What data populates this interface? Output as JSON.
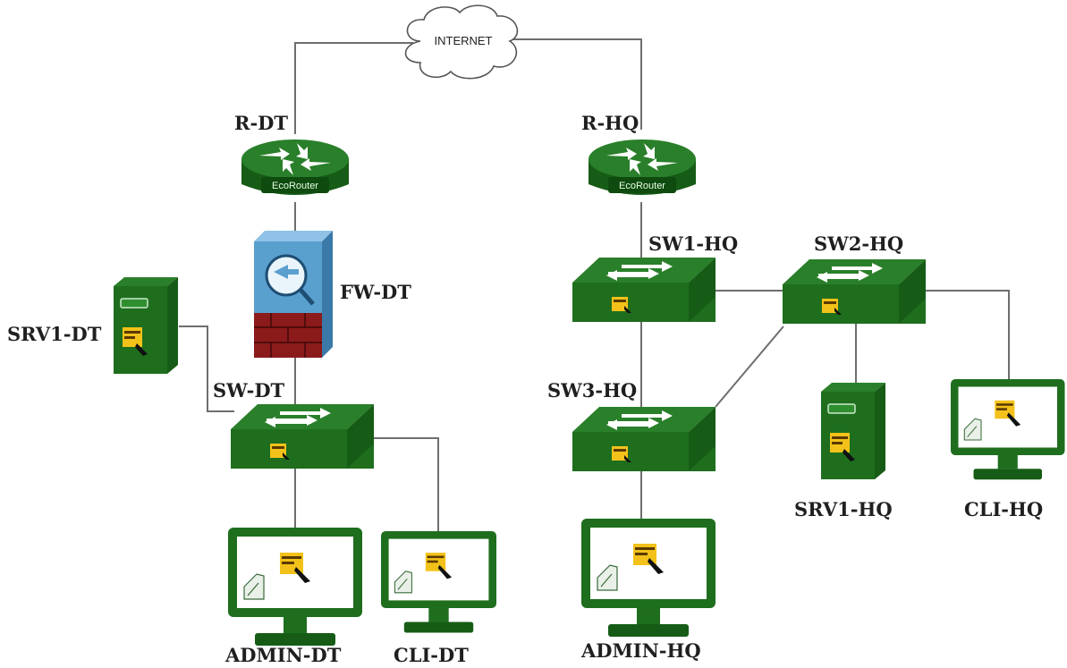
{
  "diagram": {
    "colors": {
      "device": "#1e6e1e",
      "device_dark": "#165c16",
      "line": "#6e6e6e",
      "badge": "#f3c21a",
      "firewall_brick": "#8b1a1a",
      "firewall_glass": "#5aa0cf"
    },
    "cloud": {
      "label": "INTERNET"
    },
    "routers": [
      {
        "id": "r-dt",
        "label": "R-DT",
        "brand": "EcoRouter"
      },
      {
        "id": "r-hq",
        "label": "R-HQ",
        "brand": "EcoRouter"
      }
    ],
    "firewall": {
      "label": "FW-DT"
    },
    "switches": [
      {
        "id": "sw-dt",
        "label": "SW-DT"
      },
      {
        "id": "sw1-hq",
        "label": "SW1-HQ"
      },
      {
        "id": "sw2-hq",
        "label": "SW2-HQ"
      },
      {
        "id": "sw3-hq",
        "label": "SW3-HQ"
      }
    ],
    "servers": [
      {
        "id": "srv1-dt",
        "label": "SRV1-DT"
      },
      {
        "id": "srv1-hq",
        "label": "SRV1-HQ"
      }
    ],
    "clients": [
      {
        "id": "admin-dt",
        "label": "ADMIN-DT"
      },
      {
        "id": "cli-dt",
        "label": "CLI-DT"
      },
      {
        "id": "admin-hq",
        "label": "ADMIN-HQ"
      },
      {
        "id": "cli-hq",
        "label": "CLI-HQ"
      }
    ]
  }
}
